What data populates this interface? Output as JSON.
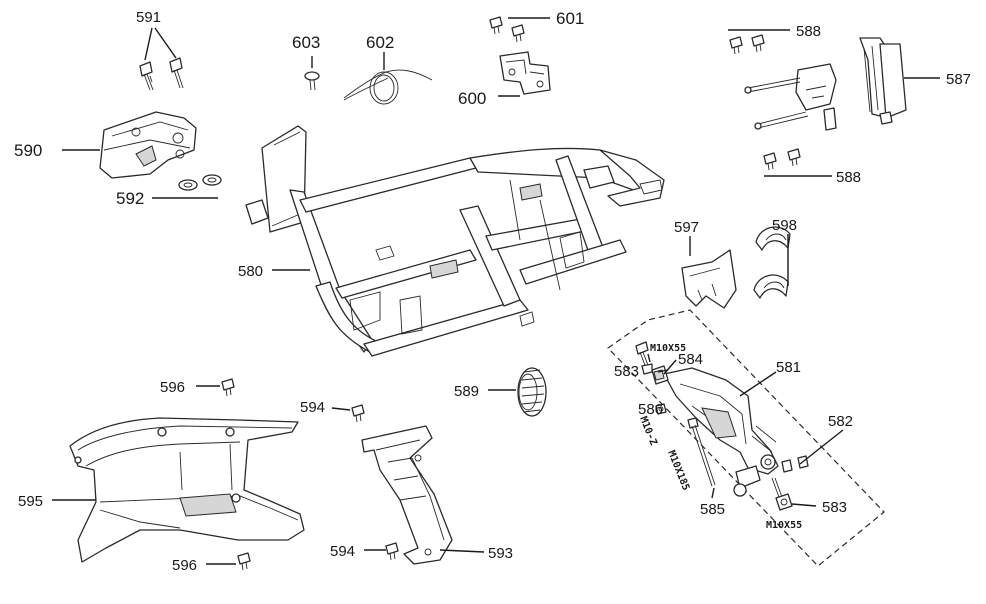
{
  "labels": {
    "p580": "580",
    "p581": "581",
    "p582": "582",
    "p583a": "583",
    "p583b": "583",
    "p584": "584",
    "p585": "585",
    "p586": "586",
    "p587": "587",
    "p588a": "588",
    "p588b": "588",
    "p589": "589",
    "p590": "590",
    "p591": "591",
    "p592": "592",
    "p593": "593",
    "p594a": "594",
    "p594b": "594",
    "p595": "595",
    "p596a": "596",
    "p596b": "596",
    "p597": "597",
    "p598": "598",
    "p600": "600",
    "p601": "601",
    "p602": "602",
    "p603": "603"
  },
  "specs": {
    "bolt_top": "M10X55",
    "bolt_bottom": "M10X55",
    "bolt_long": "M10X185",
    "nut": "M10-Z"
  }
}
